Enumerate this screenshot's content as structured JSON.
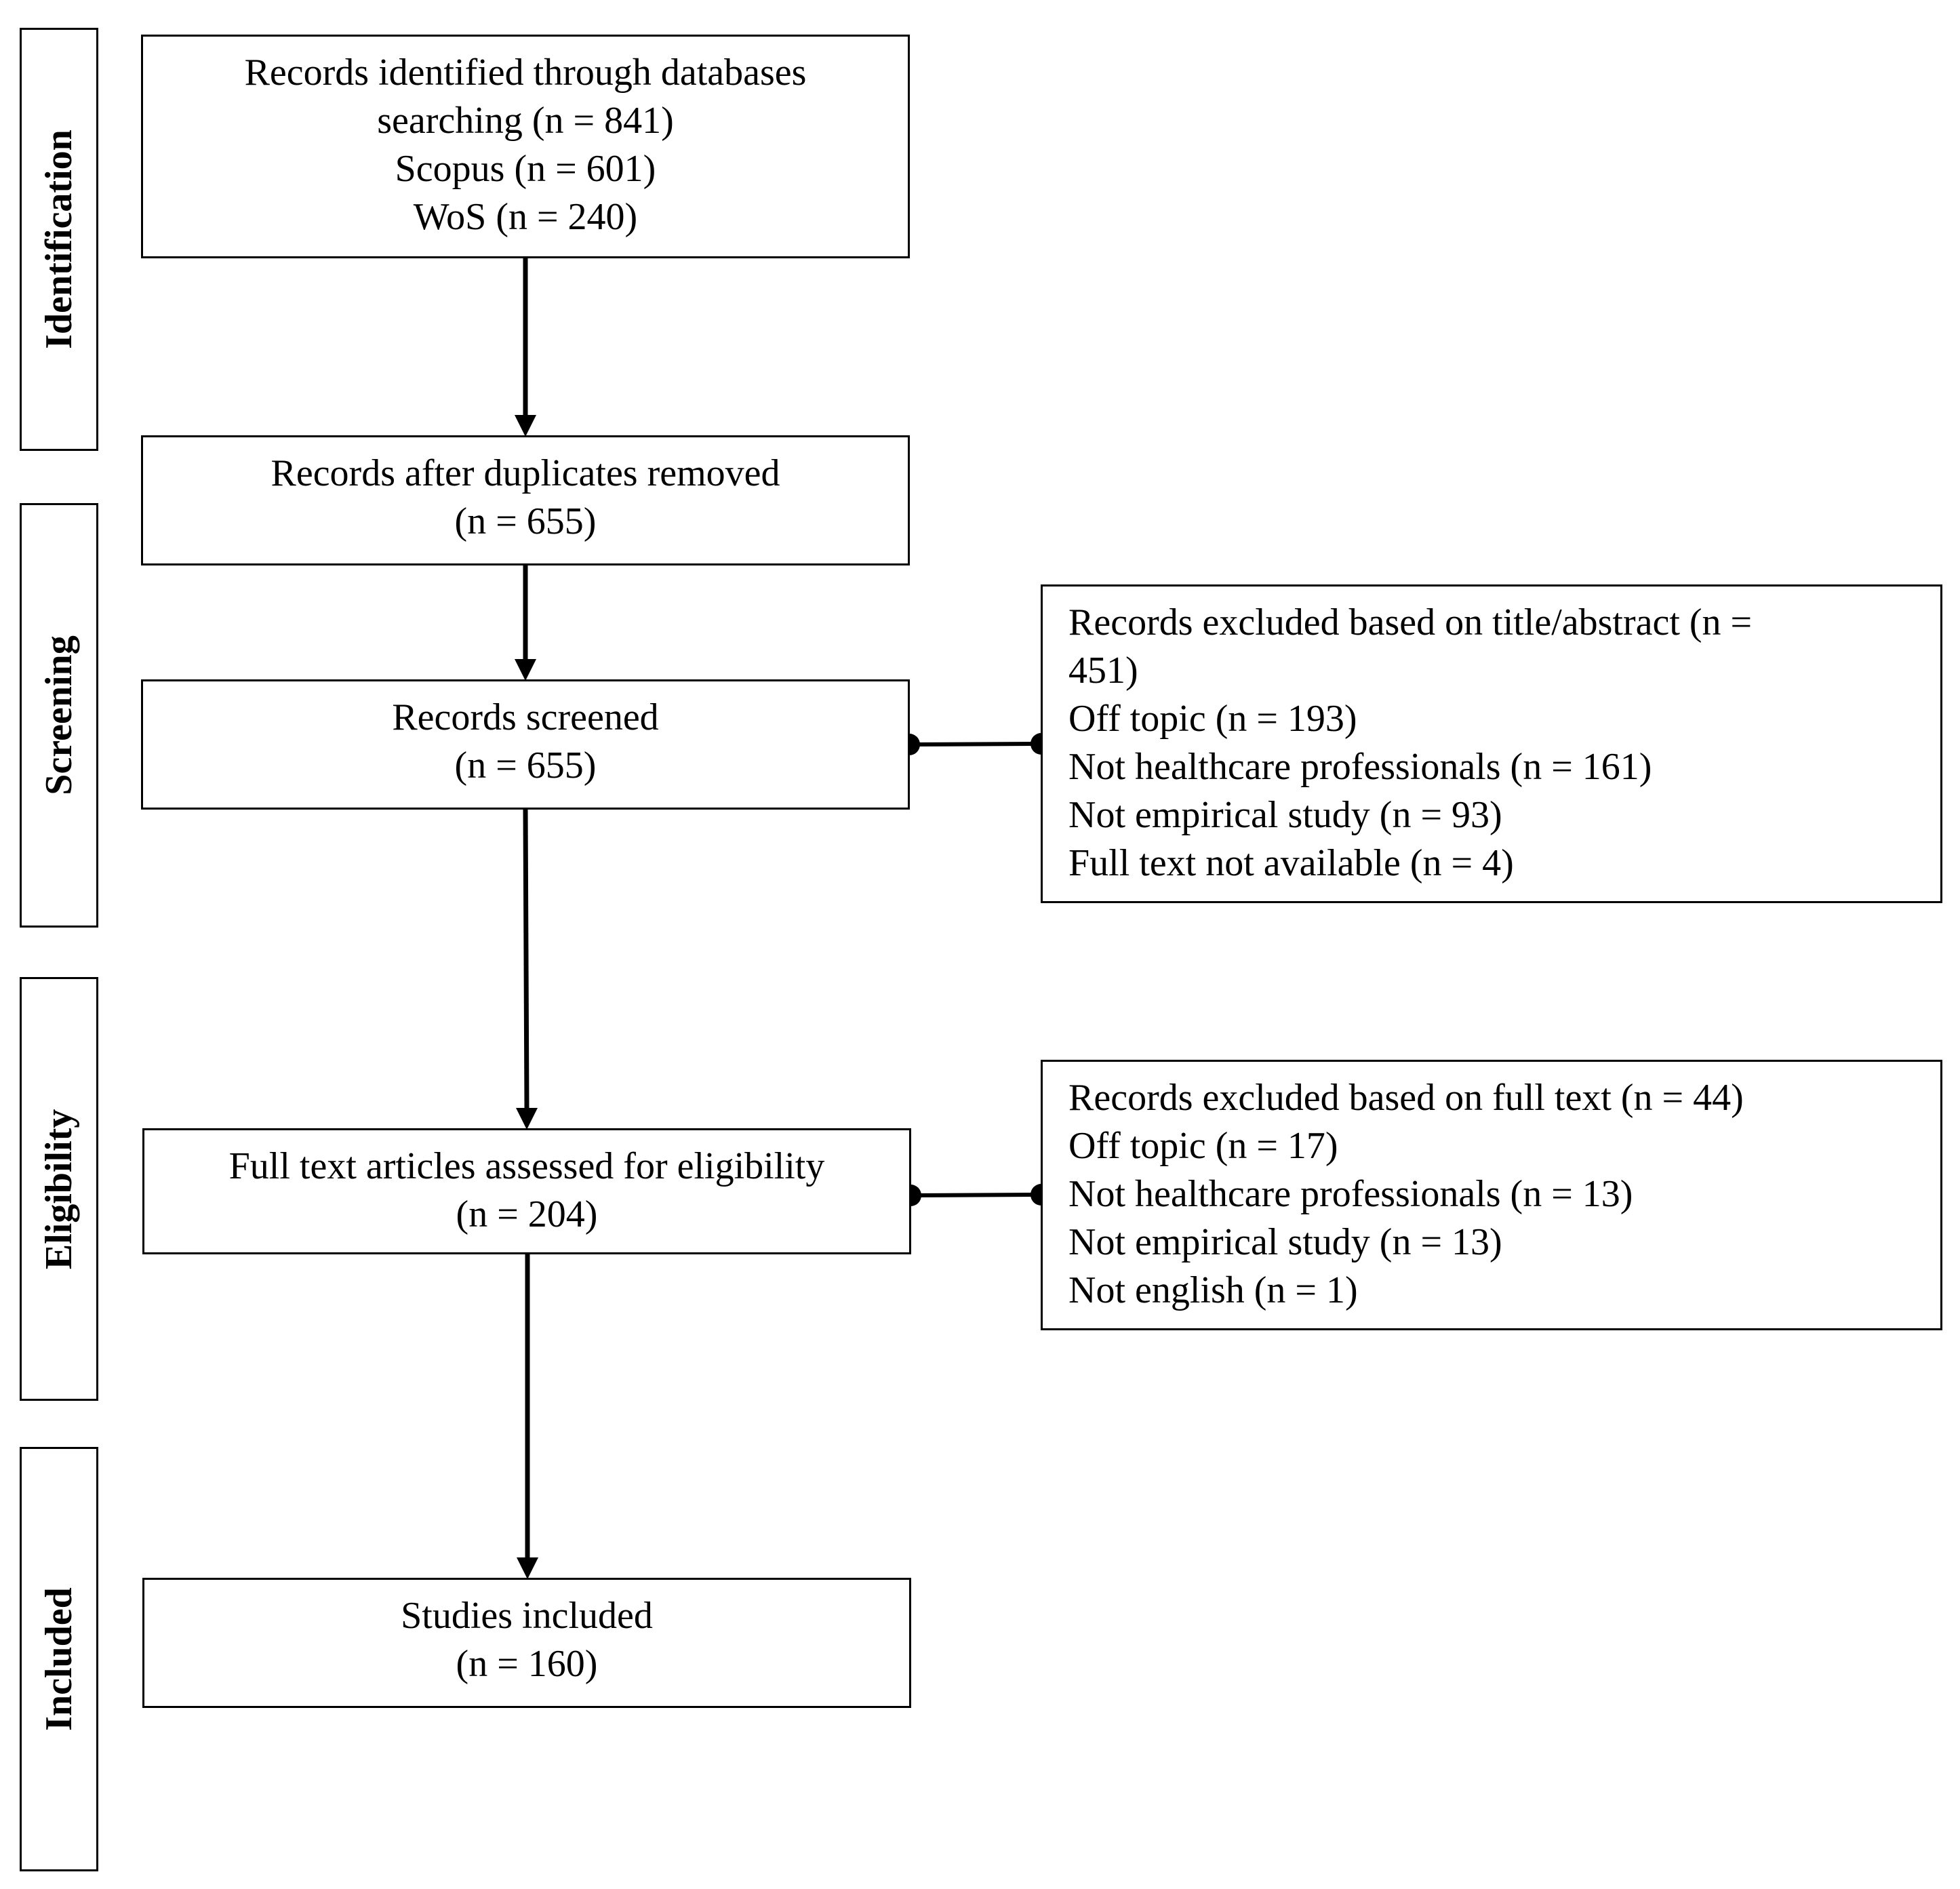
{
  "phases": {
    "identification": "Identification",
    "screening": "Screening",
    "eligibility": "Eligibility",
    "included": "Included"
  },
  "boxes": {
    "identified": {
      "line1": "Records identified through databases",
      "line2": "searching (n = 841)",
      "line3": "Scopus (n = 601)",
      "line4": "WoS (n = 240)"
    },
    "duplicates_removed": {
      "line1": "Records after duplicates removed",
      "line2": "(n = 655)"
    },
    "screened": {
      "line1": "Records screened",
      "line2": "(n = 655)"
    },
    "full_text": {
      "line1": "Full text articles assessed for eligibility",
      "line2": "(n = 204)"
    },
    "included": {
      "line1": "Studies included",
      "line2": "(n = 160)"
    }
  },
  "exclusions": {
    "title_abstract": {
      "line1": "Records excluded based on title/abstract (n =",
      "line2": "451)",
      "line3": "Off topic (n = 193)",
      "line4": "Not healthcare professionals (n = 161)",
      "line5": "Not empirical study (n = 93)",
      "line6": "Full text not available (n = 4)"
    },
    "full_text": {
      "line1": "Records excluded based on full text (n = 44)",
      "line2": "Off topic (n = 17)",
      "line3": "Not healthcare professionals (n = 13)",
      "line4": "Not empirical study (n = 13)",
      "line5": "Not english (n = 1)"
    }
  }
}
